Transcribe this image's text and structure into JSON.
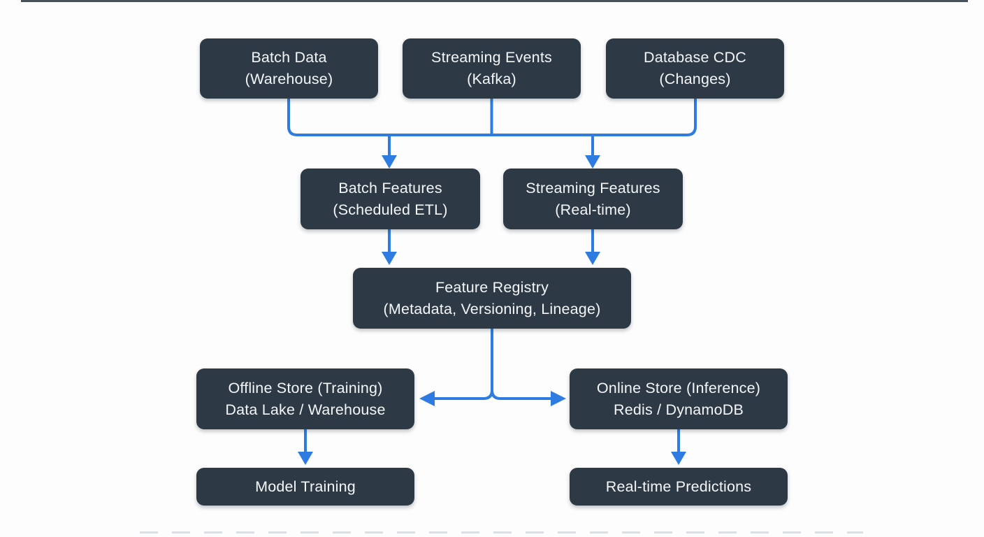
{
  "diagram": {
    "colors": {
      "background": "#fdfdfd",
      "node_bg": "#2d3945",
      "node_text": "#f4f6f8",
      "arrow": "#2e7ce2",
      "top_border": "#39434e",
      "bottom_dashes": "#d8dce0"
    },
    "nodes": {
      "batch_data": {
        "line1": "Batch Data",
        "line2": "(Warehouse)"
      },
      "streaming_events": {
        "line1": "Streaming Events",
        "line2": "(Kafka)"
      },
      "database_cdc": {
        "line1": "Database CDC",
        "line2": "(Changes)"
      },
      "batch_features": {
        "line1": "Batch Features",
        "line2": "(Scheduled ETL)"
      },
      "streaming_features": {
        "line1": "Streaming Features",
        "line2": "(Real-time)"
      },
      "feature_registry": {
        "line1": "Feature Registry",
        "line2": "(Metadata, Versioning, Lineage)"
      },
      "offline_store": {
        "line1": "Offline Store (Training)",
        "line2": "Data Lake / Warehouse"
      },
      "online_store": {
        "line1": "Online Store (Inference)",
        "line2": "Redis / DynamoDB"
      },
      "model_training": {
        "line1": "Model Training"
      },
      "realtime_predictions": {
        "line1": "Real-time Predictions"
      }
    },
    "edges": [
      {
        "from": "batch_data",
        "to": "ingest_bus"
      },
      {
        "from": "streaming_events",
        "to": "ingest_bus"
      },
      {
        "from": "database_cdc",
        "to": "ingest_bus"
      },
      {
        "from": "ingest_bus",
        "to": "batch_features"
      },
      {
        "from": "ingest_bus",
        "to": "streaming_features"
      },
      {
        "from": "batch_features",
        "to": "feature_registry"
      },
      {
        "from": "streaming_features",
        "to": "feature_registry"
      },
      {
        "from": "feature_registry",
        "to": "offline_store"
      },
      {
        "from": "feature_registry",
        "to": "online_store"
      },
      {
        "from": "offline_store",
        "to": "model_training"
      },
      {
        "from": "online_store",
        "to": "realtime_predictions"
      }
    ]
  }
}
